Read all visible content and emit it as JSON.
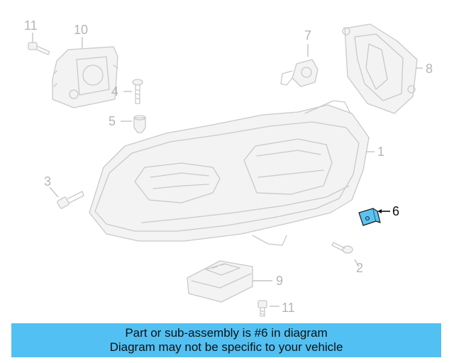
{
  "callouts": {
    "c1": "1",
    "c2": "2",
    "c3": "3",
    "c4": "4",
    "c5": "5",
    "c6": "6",
    "c7": "7",
    "c8": "8",
    "c9": "9",
    "c10": "10",
    "c11a": "11",
    "c11b": "11"
  },
  "highlighted_part": "6",
  "colors": {
    "highlight_fill": "#5bc3f0",
    "banner": "#52c0f2",
    "ghost_line": "#c9c9c9"
  },
  "banner": {
    "line1": "Part or sub-assembly is #6 in diagram",
    "line2": "Diagram may not be specific to your vehicle"
  }
}
